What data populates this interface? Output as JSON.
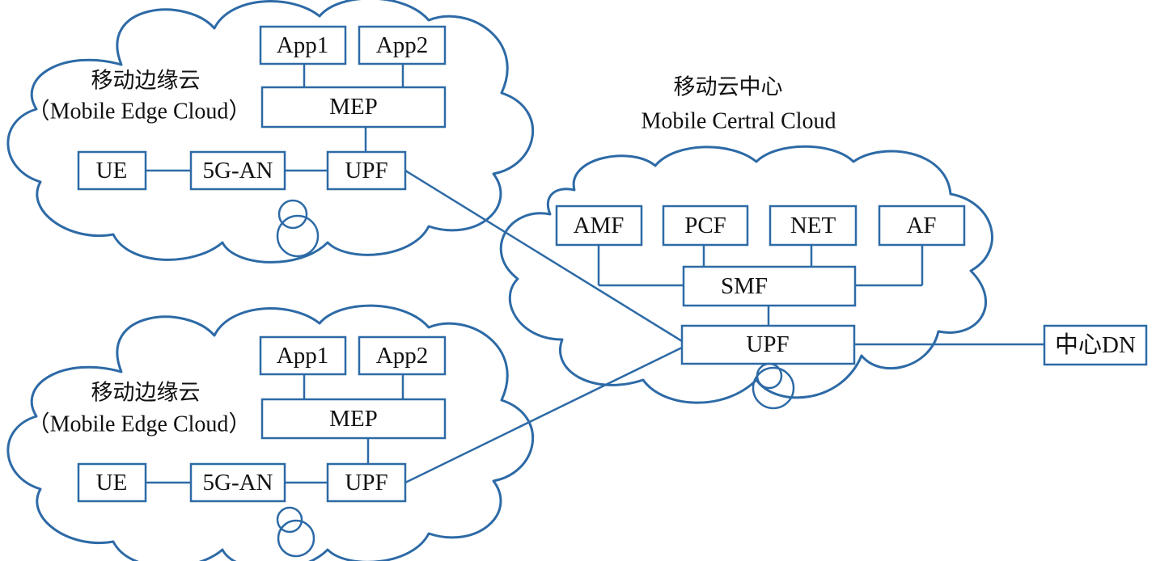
{
  "colors": {
    "line": "#2d6aa6",
    "text": "#111111",
    "background": "#ffffff"
  },
  "edge_cloud_top": {
    "title": "移动边缘云",
    "subtitle": "（Mobile Edge Cloud）",
    "app1": "App1",
    "app2": "App2",
    "mep": "MEP",
    "ue": "UE",
    "an": "5G-AN",
    "upf": "UPF"
  },
  "edge_cloud_bottom": {
    "title": "移动边缘云",
    "subtitle": "（Mobile Edge Cloud）",
    "app1": "App1",
    "app2": "App2",
    "mep": "MEP",
    "ue": "UE",
    "an": "5G-AN",
    "upf": "UPF"
  },
  "central_cloud": {
    "title": "移动云中心",
    "subtitle": "Mobile Certral Cloud",
    "amf": "AMF",
    "pcf": "PCF",
    "net": "NET",
    "af": "AF",
    "smf": "SMF",
    "upf": "UPF"
  },
  "central_dn": "中心DN"
}
